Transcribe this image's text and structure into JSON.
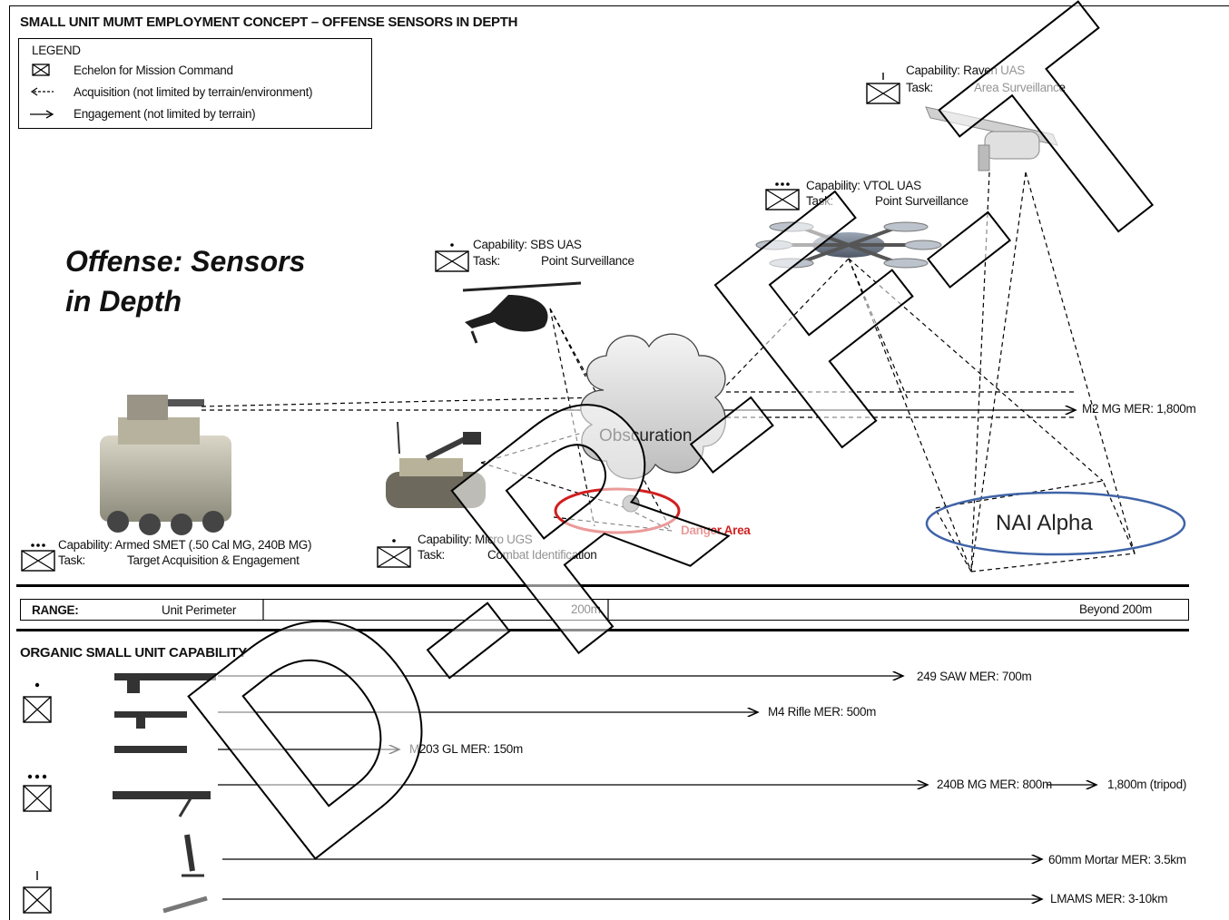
{
  "title": "SMALL UNIT MUMT EMPLOYMENT CONCEPT – OFFENSE SENSORS IN DEPTH",
  "legend": {
    "heading": "LEGEND",
    "items": [
      {
        "label": "Echelon for Mission Command"
      },
      {
        "label": "Acquisition (not limited by terrain/environment)"
      },
      {
        "label": "Engagement (not limited by terrain)"
      }
    ]
  },
  "panel_title_line1": "Offense: Sensors",
  "panel_title_line2": "in Depth",
  "assets": {
    "raven": {
      "cap": "Capability: Raven UAS",
      "task_label": "Task:",
      "task": "Area Surveillance"
    },
    "vtol": {
      "cap": "Capability: VTOL UAS",
      "task_label": "Task:",
      "task": "Point Surveillance"
    },
    "sbs": {
      "cap": "Capability: SBS UAS",
      "task_label": "Task:",
      "task": "Point Surveillance"
    },
    "smet": {
      "cap": "Capability: Armed SMET (.50 Cal MG, 240B MG)",
      "task_label": "Task:",
      "task": "Target Acquisition & Engagement"
    },
    "ugs": {
      "cap": "Capability: Micro UGS",
      "task_label": "Task:",
      "task": "Combat Identification"
    }
  },
  "labels": {
    "obscuration": "Obscuration",
    "danger_area": "Danger Area",
    "nai": "NAI Alpha",
    "m2": "M2 MG MER: 1,800m"
  },
  "range": {
    "label": "RANGE:",
    "unit_perimeter": "Unit Perimeter",
    "mid": "200m",
    "beyond": "Beyond 200m"
  },
  "organic": {
    "heading": "ORGANIC SMALL UNIT CAPABILITY",
    "weapons": [
      {
        "label": "249 SAW MER: 700m"
      },
      {
        "label": "M4 Rifle MER: 500m"
      },
      {
        "label": "M203 GL MER: 150m"
      },
      {
        "label": "240B MG MER: 800m"
      },
      {
        "label": "1,800m (tripod)"
      },
      {
        "label": "60mm Mortar MER: 3.5km"
      },
      {
        "label": "LMAMS MER: 3-10km"
      }
    ]
  },
  "watermark": "D-R-F-T",
  "colors": {
    "danger": "#d21f1f",
    "nai": "#3f64a8",
    "watermark": "#000000"
  }
}
